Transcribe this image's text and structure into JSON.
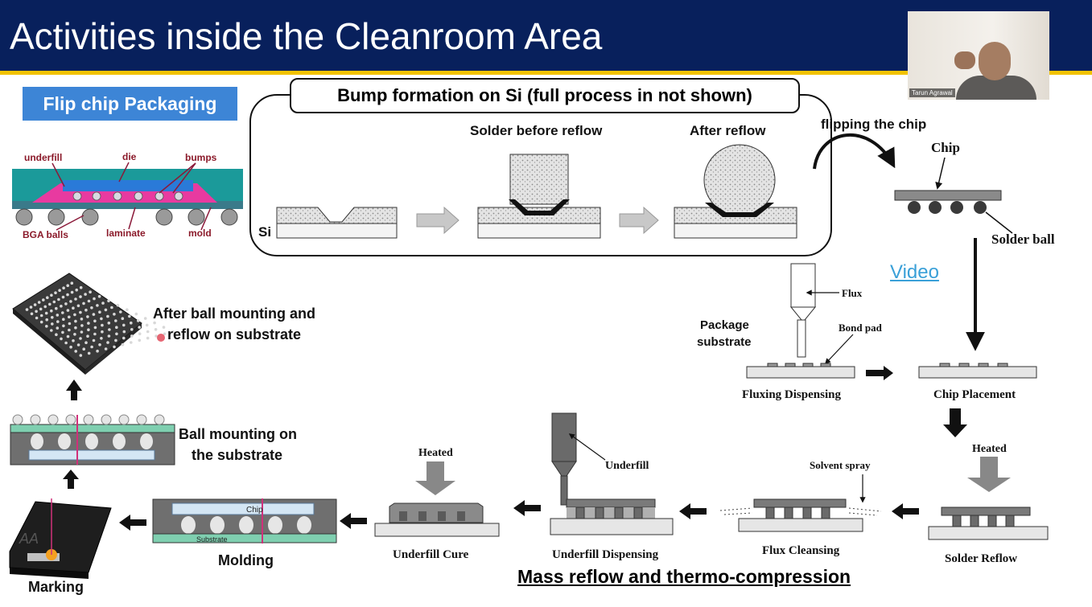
{
  "title": "Activities inside the Cleanroom Area",
  "video_participant": "Tarun Agrawal",
  "flip_chip": {
    "heading": "Flip chip Packaging",
    "labels": {
      "underfill": "underfill",
      "die": "die",
      "bumps": "bumps",
      "bga": "BGA balls",
      "laminate": "laminate",
      "mold": "mold"
    }
  },
  "bump": {
    "title": "Bump formation on Si (full process in not shown)",
    "before": "Solder before reflow",
    "after": "After reflow",
    "si": "Si"
  },
  "flip": {
    "title": "flipping the chip",
    "chip": "Chip",
    "solder_ball": "Solder ball"
  },
  "video_link": "Video",
  "steps": {
    "flux": "Flux",
    "bond_pad": "Bond pad",
    "package_substrate": "Package substrate",
    "fluxing": "Fluxing Dispensing",
    "chip_placement": "Chip Placement",
    "heated1": "Heated",
    "solder_reflow": "Solder Reflow",
    "solvent_spray": "Solvent spray",
    "flux_cleansing": "Flux Cleansing",
    "underfill": "Underfill",
    "underfill_dispensing": "Underfill Dispensing",
    "heated2": "Heated",
    "underfill_cure": "Underfill Cure"
  },
  "left": {
    "after_ball": "After ball mounting and reflow on substrate",
    "ball_mounting": "Ball mounting on the substrate",
    "substrate": "Substrate",
    "chip": "Chip",
    "molding": "Molding",
    "marking": "Marking"
  },
  "bottom_caption": "Mass reflow and thermo-compression",
  "colors": {
    "title_bg": "#08205c",
    "accent": "#f2c200",
    "flip_chip_bg": "#3d85d6",
    "link": "#3aa0d8"
  }
}
